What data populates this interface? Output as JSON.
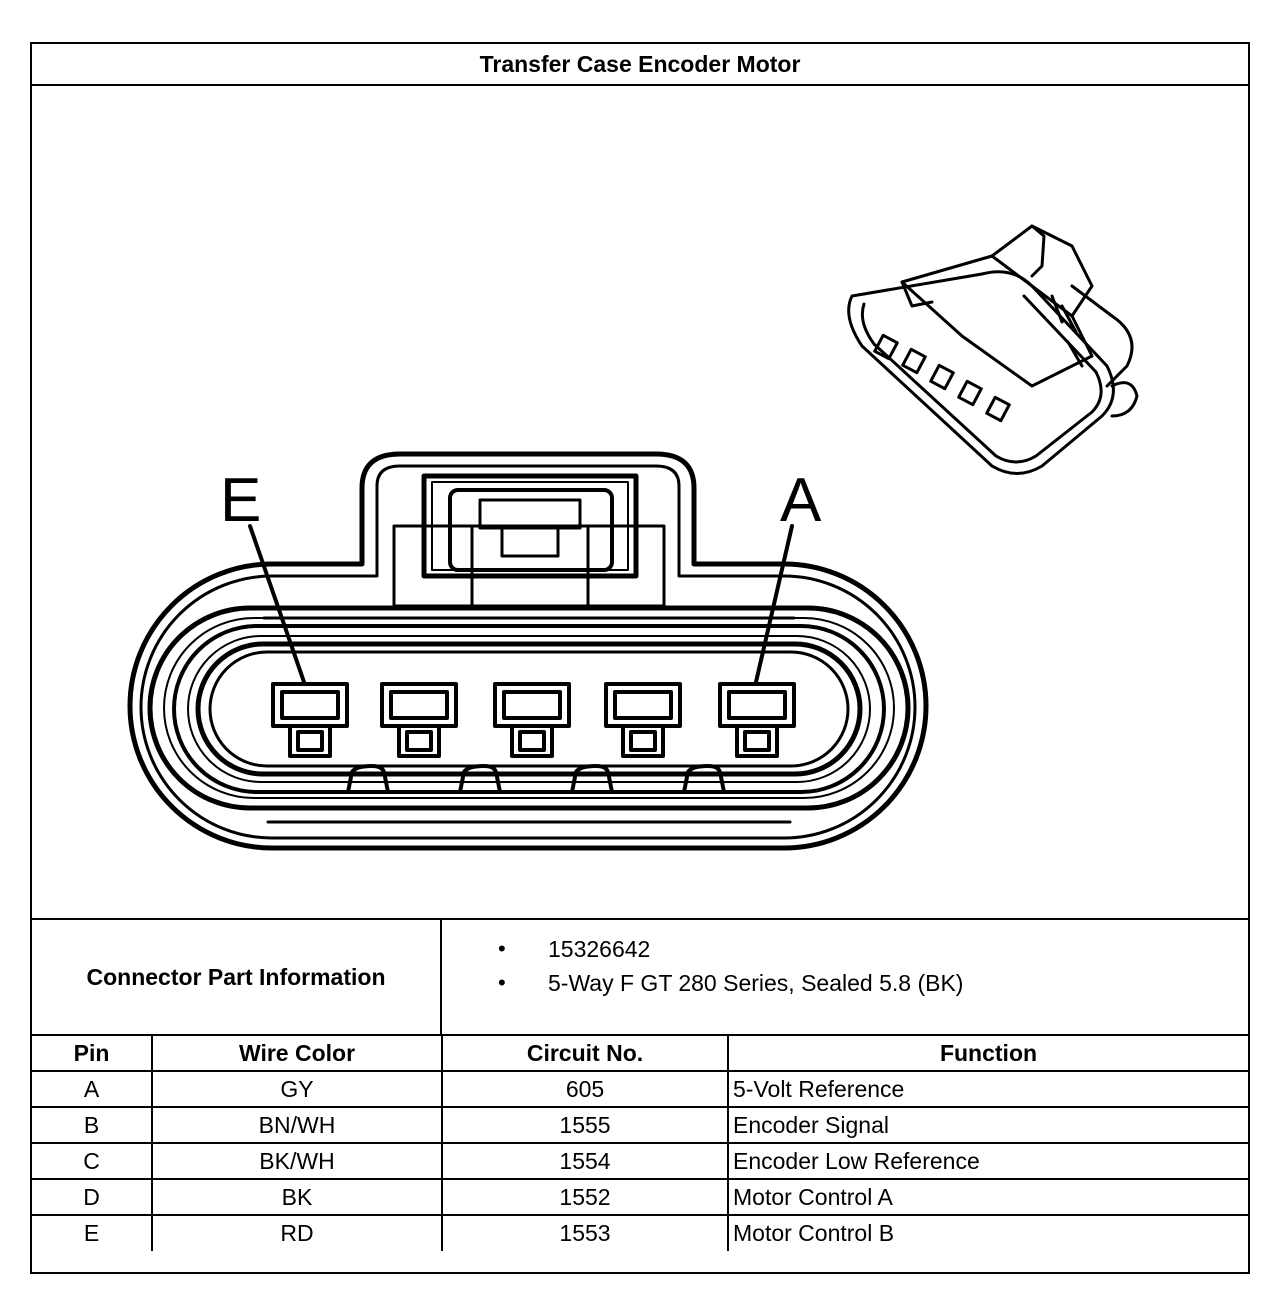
{
  "title": "Transfer Case Encoder Motor",
  "pin_labels": {
    "left": "E",
    "right": "A"
  },
  "connector_info": {
    "label": "Connector Part Information",
    "items": [
      "15326642",
      "5-Way F GT 280 Series, Sealed 5.8 (BK)"
    ]
  },
  "table": {
    "headers": [
      "Pin",
      "Wire Color",
      "Circuit No.",
      "Function"
    ],
    "rows": [
      [
        "A",
        "GY",
        "605",
        "5-Volt Reference"
      ],
      [
        "B",
        "BN/WH",
        "1555",
        "Encoder Signal"
      ],
      [
        "C",
        "BK/WH",
        "1554",
        "Encoder Low Reference"
      ],
      [
        "D",
        "BK",
        "1552",
        "Motor Control A"
      ],
      [
        "E",
        "RD",
        "1553",
        "Motor Control B"
      ]
    ]
  }
}
